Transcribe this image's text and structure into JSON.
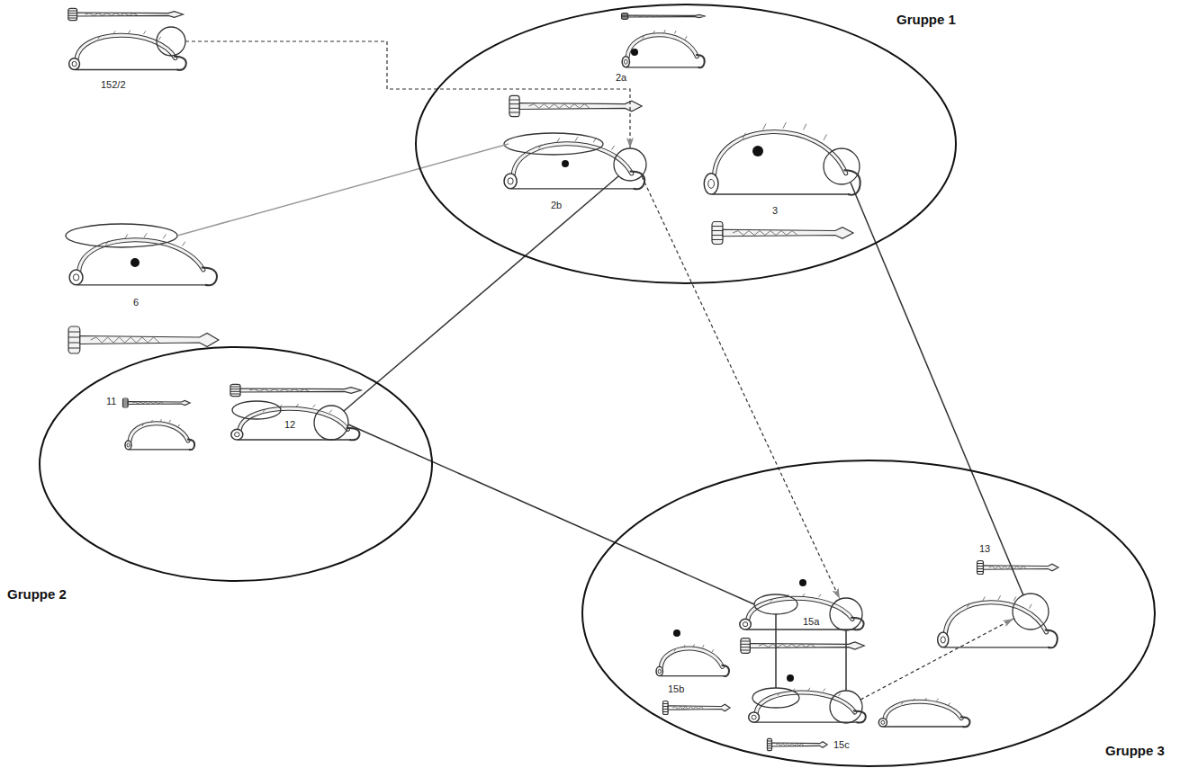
{
  "diagram": {
    "nodes": [
      {
        "text": [
          "152/2"
        ]
      },
      {
        "text": [
          "Gruppe 1"
        ]
      },
      {
        "text": [
          "2a"
        ],
        "in": 1
      },
      {
        "text": [
          "2b"
        ],
        "in": 1
      },
      {
        "text": [
          "3"
        ],
        "in": 1
      },
      {
        "text": [
          "6"
        ]
      },
      {
        "text": [
          "Gruppe 2"
        ]
      },
      {
        "text": [
          "11"
        ],
        "in": 6
      },
      {
        "text": [
          "12"
        ],
        "in": 6
      },
      {
        "text": [
          "Gruppe 3"
        ]
      },
      {
        "text": [
          "13"
        ],
        "in": 9
      },
      {
        "text": [
          "15a"
        ],
        "in": 9
      },
      {
        "text": [
          "15b"
        ],
        "in": 9
      },
      {
        "text": [
          "15c"
        ],
        "in": 9
      }
    ],
    "edges": [
      {
        "from": 0,
        "to": 3,
        "arrow": "to"
      },
      {
        "from": 5,
        "to": 3,
        "arrow": "none"
      },
      {
        "from": 3,
        "to": 8,
        "arrow": "none"
      },
      {
        "from": 4,
        "to": 10,
        "arrow": "none"
      },
      {
        "from": 3,
        "to": 11,
        "arrow": "to"
      },
      {
        "from": 8,
        "to": 11,
        "arrow": "none"
      },
      {
        "from": 11,
        "to": 13,
        "arrow": "none"
      },
      {
        "from": 11,
        "to": 13,
        "arrow": "none"
      },
      {
        "from": 13,
        "to": 10,
        "arrow": "to"
      }
    ]
  }
}
